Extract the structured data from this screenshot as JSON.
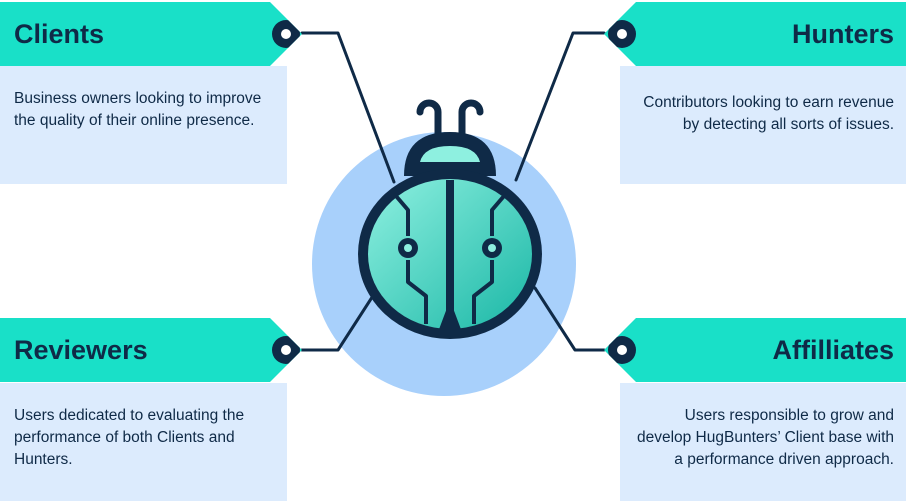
{
  "cards": {
    "clients": {
      "title": "Clients",
      "text": "Business owners looking to improve the quality of their online presence."
    },
    "hunters": {
      "title": "Hunters",
      "text": "Contributors looking to earn revenue by detecting all sorts of issues."
    },
    "reviewers": {
      "title": "Reviewers",
      "text": "Users dedicated to evaluating the performance of both Clients and Hunters."
    },
    "affiliates": {
      "title": "Affilliates",
      "text": "Users responsible to grow and develop HugBunters’ Client base with a performance driven approach."
    }
  },
  "colors": {
    "tag": "#19e0c8",
    "box": "#dcebfd",
    "navy": "#0f2a47",
    "circle": "#a8d0fb",
    "bug_light": "#8ef0e0",
    "bug_dark": "#1ab7a6"
  },
  "icons": {
    "center": "bug-icon",
    "tag_hole": "tag-hole-icon"
  }
}
